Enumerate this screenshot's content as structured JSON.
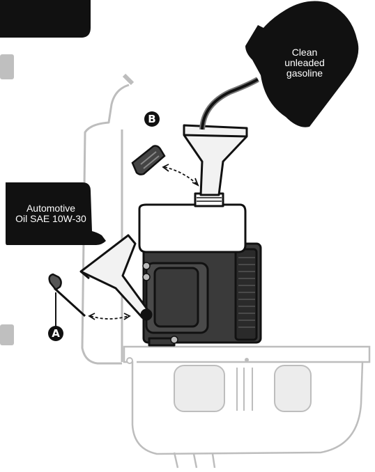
{
  "callouts": {
    "gas_label_lines": [
      "Clean",
      "unleaded",
      "gasoline"
    ],
    "oil_label_lines": [
      "Automotive",
      "Oil SAE 10W-30"
    ]
  },
  "markers": {
    "a": "A",
    "b": "B"
  },
  "colors": {
    "ink": "#111111",
    "dark_body": "#3a3a3a",
    "light_outline": "#bdbdbd",
    "tab_gray": "#bfbfbf"
  }
}
